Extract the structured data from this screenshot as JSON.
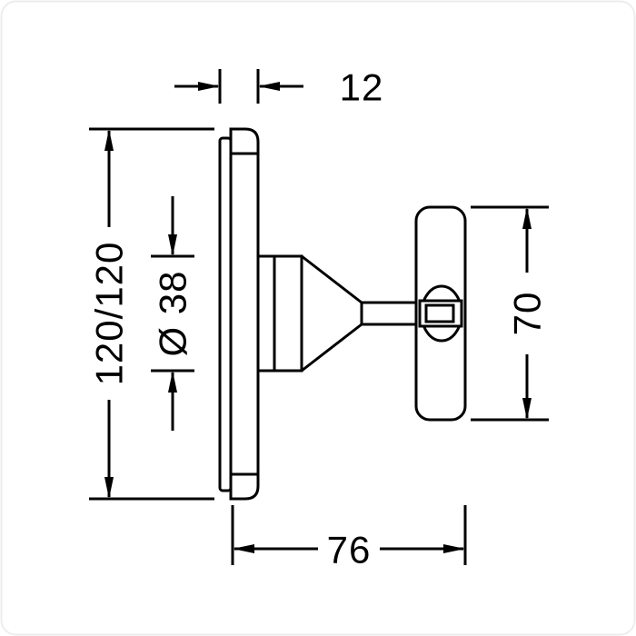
{
  "drawing": {
    "title": "valve-trim-technical-drawing",
    "background_color": "#ffffff",
    "line_color": "#000000",
    "dimensions": {
      "plate_thickness": "12",
      "plate_size": "120/120",
      "spindle_diameter": "Ø 38",
      "handle_height": "70",
      "projection": "76"
    }
  }
}
